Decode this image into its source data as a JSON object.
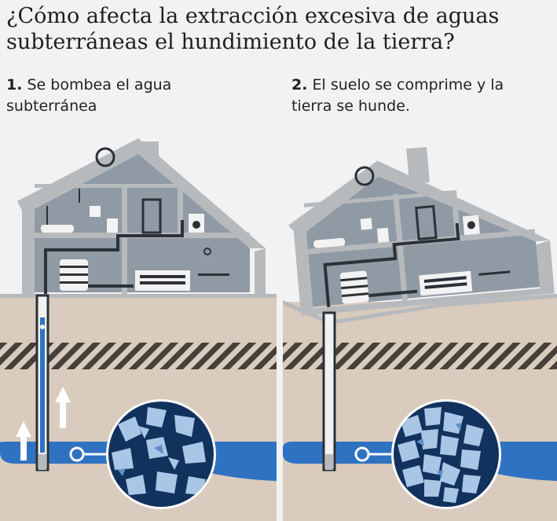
{
  "title": "¿Cómo afecta la extracción excesiva de aguas subterráneas el hundimiento de la tierra?",
  "steps": [
    {
      "number": "1.",
      "text": "Se bombea el agua subterránea"
    },
    {
      "number": "2.",
      "text": "El suelo se comprime y la tierra se hunde."
    }
  ],
  "colors": {
    "background": "#f2f2f2",
    "soil": "#d9cbbd",
    "house_outline": "#b7babd",
    "house_interior": "#8f9aa4",
    "water": "#2f72c2",
    "pipe": "#2b3137",
    "stripe_dark": "#47403a",
    "rock_dark": "#12325e",
    "rock_light": "#a9c6e6"
  }
}
